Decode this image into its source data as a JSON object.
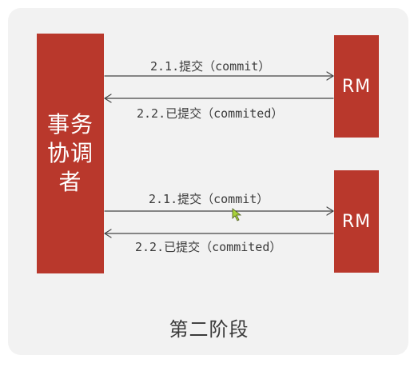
{
  "coordinator": {
    "label": "事务协调者"
  },
  "resource_managers": [
    {
      "label": "RM"
    },
    {
      "label": "RM"
    }
  ],
  "messages": {
    "rm1_commit": "2.1.提交（commit）",
    "rm1_commited": "2.2.已提交（commited）",
    "rm2_commit": "2.1.提交（commit）",
    "rm2_commited": "2.2.已提交（commited）"
  },
  "phase": {
    "title": "第二阶段"
  },
  "colors": {
    "box_fill": "#b9382c",
    "card_background": "#f2f2f2",
    "arrow": "#444444",
    "cursor": "#a8d23a"
  }
}
